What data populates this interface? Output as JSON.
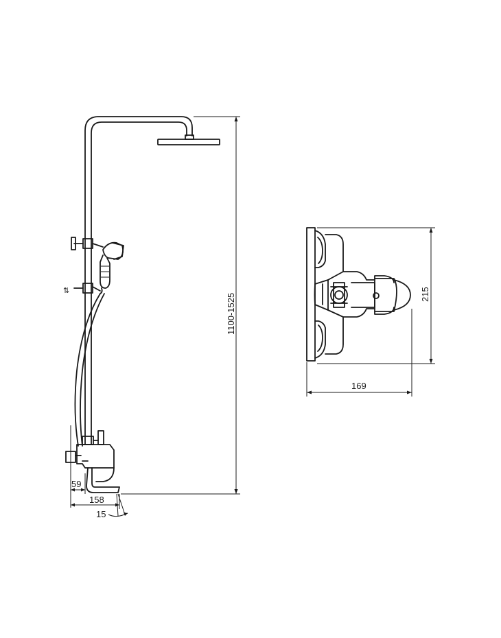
{
  "dimensions": {
    "height_range": "1100-1525",
    "side_offset_59": "59",
    "side_projection_158": "158",
    "spout_angle_15": "15",
    "mixer_height_215": "215",
    "mixer_width_169": "169"
  }
}
